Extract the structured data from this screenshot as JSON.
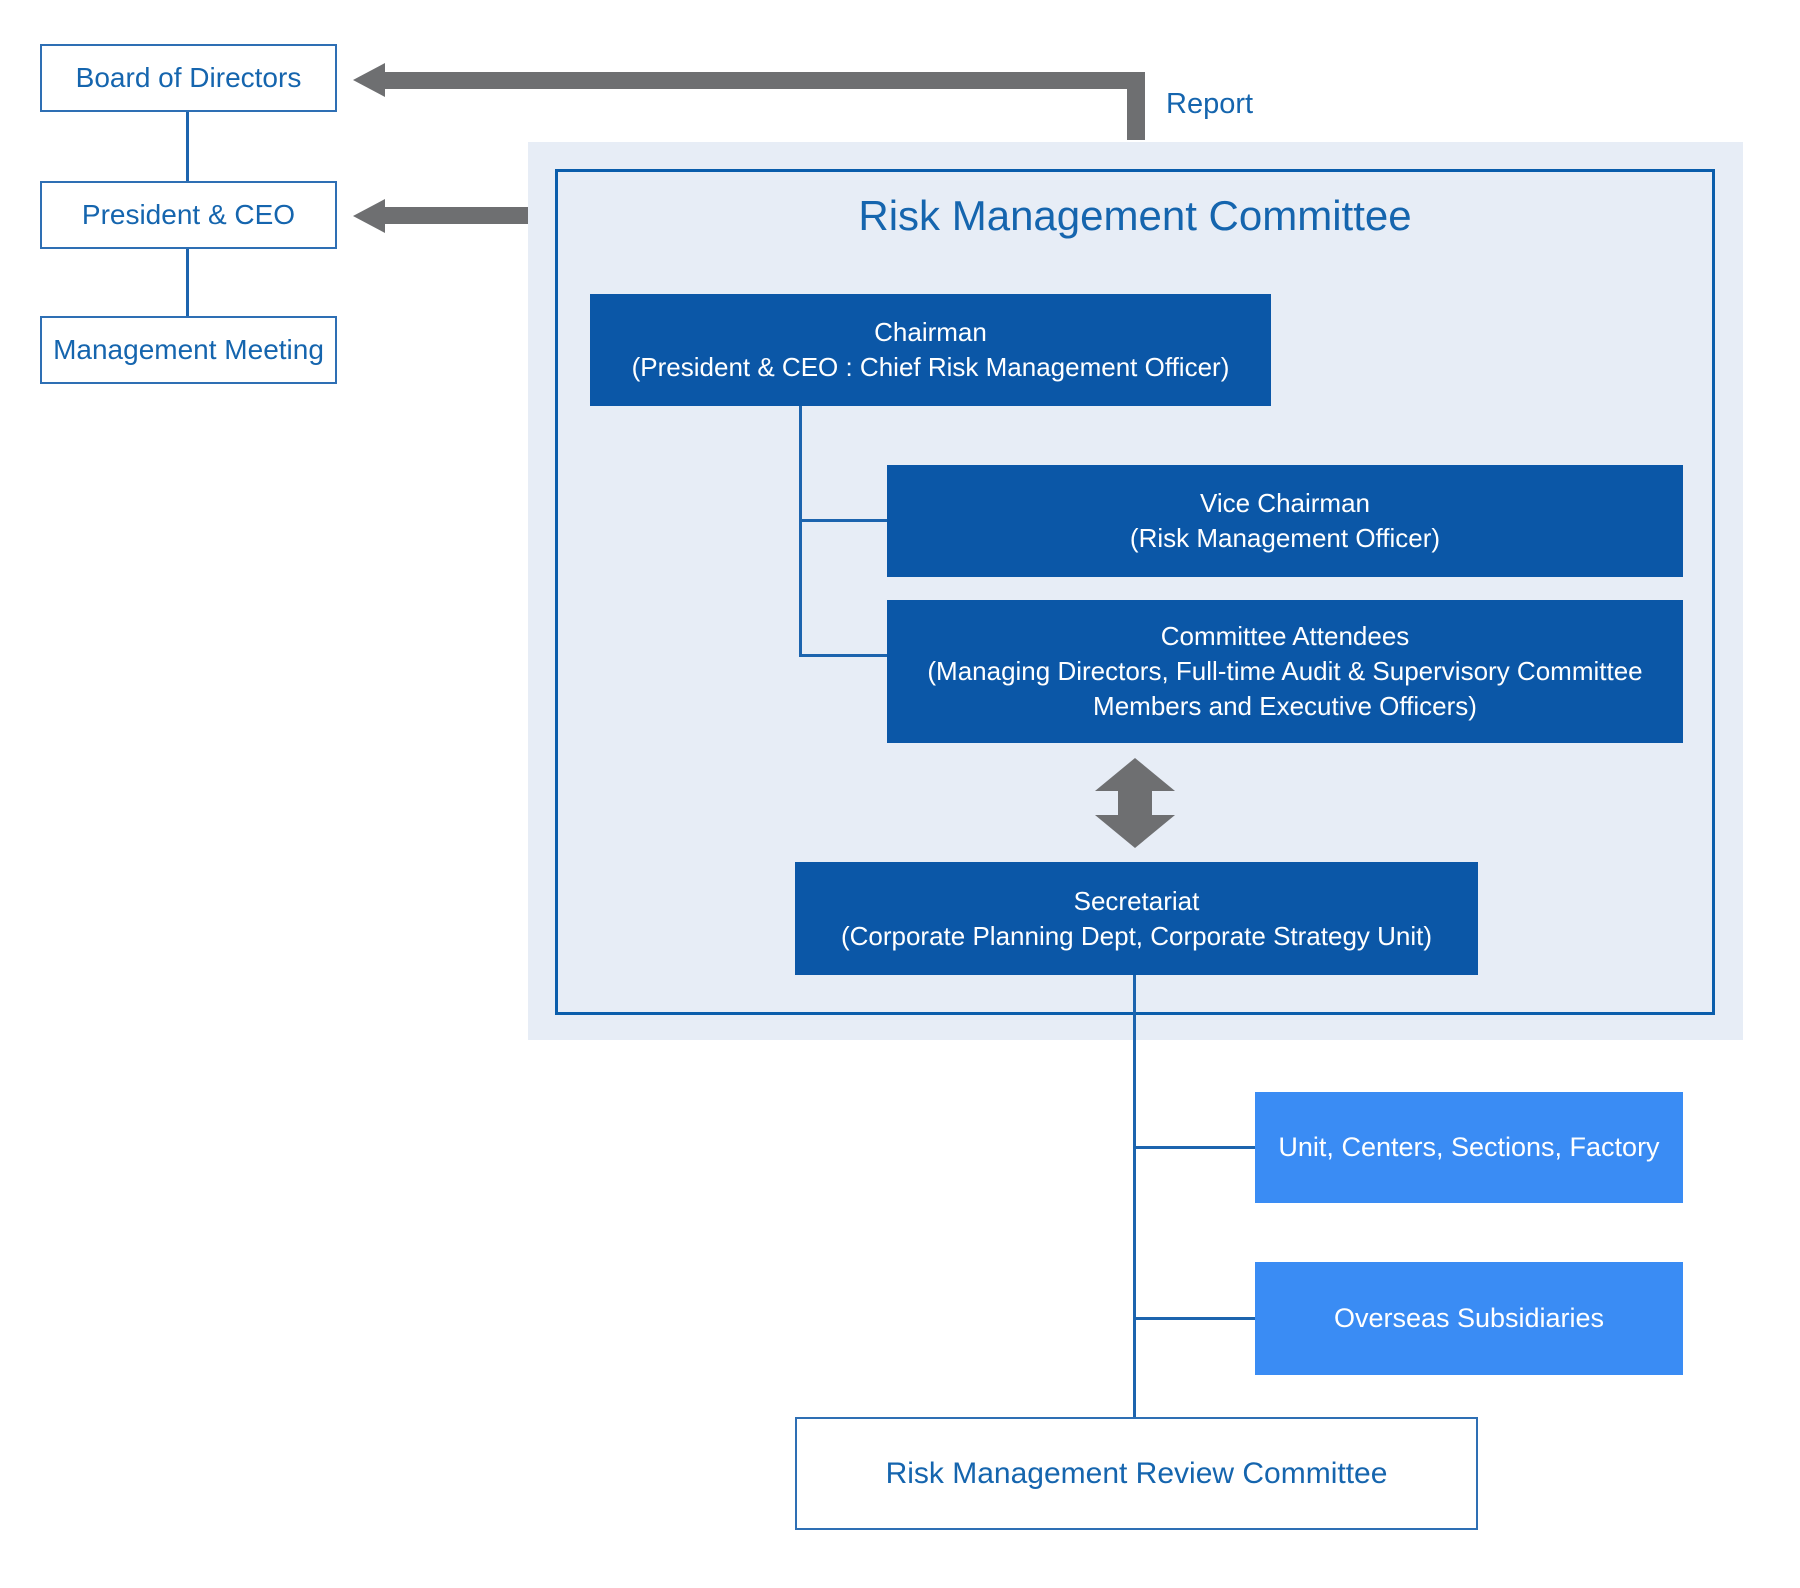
{
  "colors": {
    "dark_blue": "#0b57a7",
    "bright_blue": "#3a8cf4",
    "panel_blue": "#e7edf6",
    "line_blue": "#1c64ae",
    "border_blue": "#2e6fb4",
    "inner_border_blue": "#0a5dab",
    "text_blue": "#1565ae",
    "arrow_gray": "#6e6f71"
  },
  "left_chain": {
    "boxes": [
      {
        "label": "Board of Directors"
      },
      {
        "label": "President & CEO"
      },
      {
        "label": "Management Meeting"
      }
    ]
  },
  "report": {
    "label": "Report"
  },
  "committee": {
    "title": "Risk Management Committee",
    "chairman": {
      "lines": [
        "Chairman",
        "(President & CEO : Chief Risk Management Officer)"
      ]
    },
    "vice_chairman": {
      "lines": [
        "Vice Chairman",
        "(Risk Management Officer)"
      ]
    },
    "attendees": {
      "lines": [
        "Committee Attendees",
        "(Managing Directors, Full-time Audit & Supervisory Committee",
        "Members and Executive Officers)"
      ]
    },
    "secretariat": {
      "lines": [
        "Secretariat",
        "(Corporate Planning Dept, Corporate Strategy Unit)"
      ]
    }
  },
  "subordinates": [
    {
      "label": "Unit, Centers, Sections, Factory"
    },
    {
      "label": "Overseas Subsidiaries"
    }
  ],
  "review_committee": {
    "label": "Risk Management Review Committee"
  }
}
